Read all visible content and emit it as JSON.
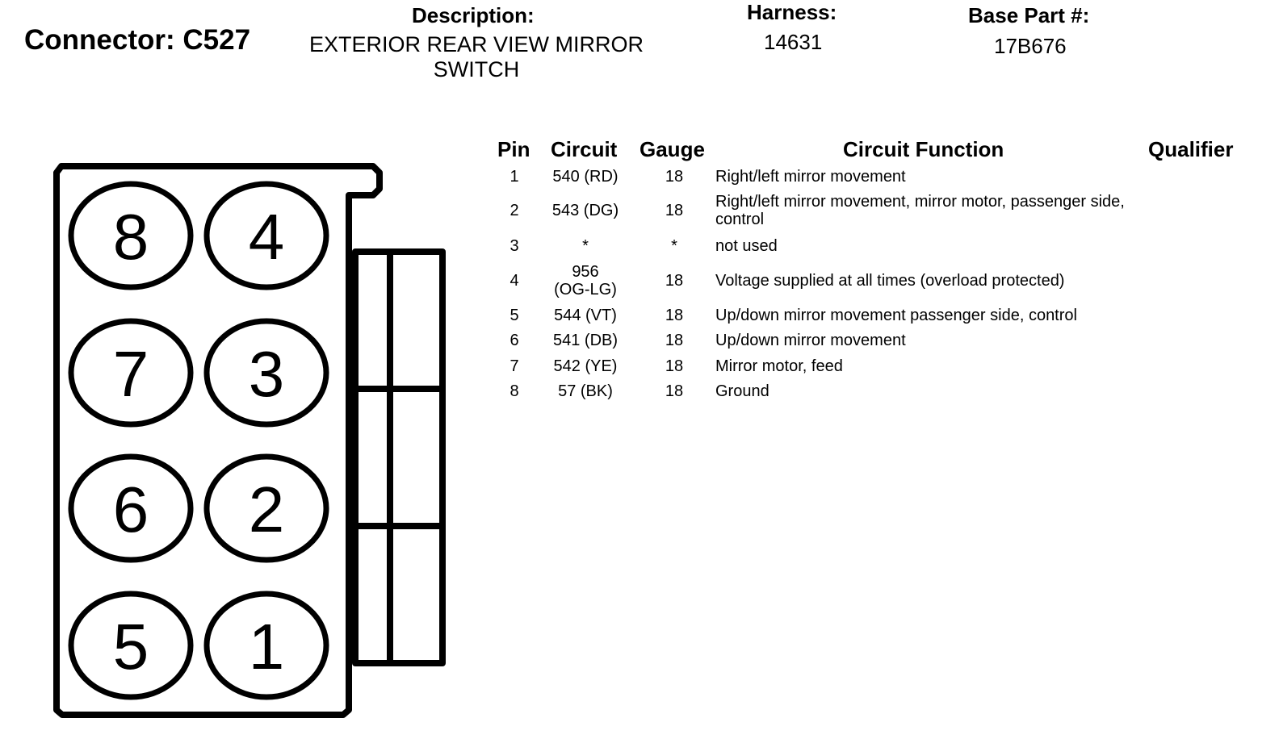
{
  "header": {
    "connector_label": "Connector: C527",
    "description_label": "Description:",
    "description_value": "EXTERIOR REAR VIEW MIRROR SWITCH",
    "harness_label": "Harness:",
    "harness_value": "14631",
    "base_part_label": "Base Part #:",
    "base_part_value": "17B676"
  },
  "table": {
    "columns": [
      "Pin",
      "Circuit",
      "Gauge",
      "Circuit Function",
      "Qualifier"
    ],
    "rows": [
      {
        "pin": "1",
        "circuit": "540 (RD)",
        "gauge": "18",
        "function": "Right/left mirror movement",
        "qualifier": ""
      },
      {
        "pin": "2",
        "circuit": "543 (DG)",
        "gauge": "18",
        "function": "Right/left mirror movement, mirror motor, passenger side, control",
        "qualifier": ""
      },
      {
        "pin": "3",
        "circuit": "*",
        "gauge": "*",
        "function": "not used",
        "qualifier": ""
      },
      {
        "pin": "4",
        "circuit": "956 (OG-LG)",
        "gauge": "18",
        "function": "Voltage supplied at all times (overload protected)",
        "qualifier": ""
      },
      {
        "pin": "5",
        "circuit": "544 (VT)",
        "gauge": "18",
        "function": "Up/down mirror movement passenger side, control",
        "qualifier": ""
      },
      {
        "pin": "6",
        "circuit": "541 (DB)",
        "gauge": "18",
        "function": "Up/down mirror movement",
        "qualifier": ""
      },
      {
        "pin": "7",
        "circuit": "542 (YE)",
        "gauge": "18",
        "function": "Mirror motor, feed",
        "qualifier": ""
      },
      {
        "pin": "8",
        "circuit": "57 (BK)",
        "gauge": "18",
        "function": "Ground",
        "qualifier": ""
      }
    ]
  },
  "diagram": {
    "cavity_labels": [
      "8",
      "4",
      "7",
      "3",
      "6",
      "2",
      "5",
      "1"
    ]
  }
}
